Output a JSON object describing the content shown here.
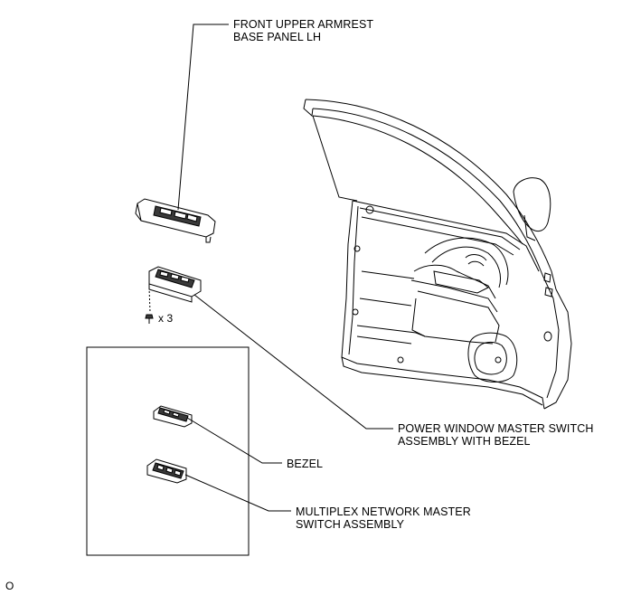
{
  "labels": {
    "armrest_line1": "FRONT UPPER ARMREST",
    "armrest_line2": "BASE PANEL LH",
    "switch_line1": "POWER WINDOW MASTER SWITCH",
    "switch_line2": "ASSEMBLY WITH BEZEL",
    "bezel": "BEZEL",
    "multiplex_line1": "MULTIPLEX NETWORK MASTER",
    "multiplex_line2": "SWITCH ASSEMBLY",
    "screw_count": "x 3",
    "corner_mark": "O"
  },
  "colors": {
    "line": "#000000",
    "part_fill": "#ffffff",
    "part_dark": "#3a3a3a"
  }
}
